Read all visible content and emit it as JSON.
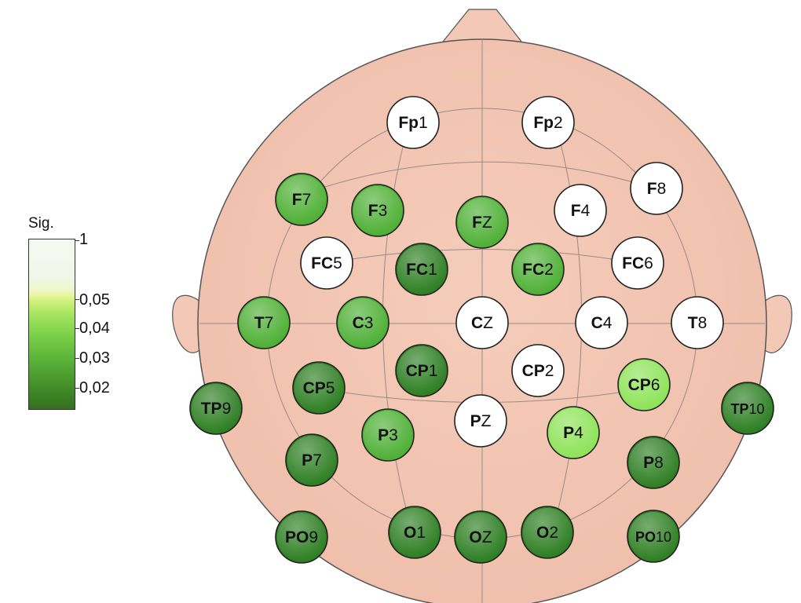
{
  "legend": {
    "title": "Sig.",
    "ticks": [
      {
        "label": "1",
        "value": 1.0
      },
      {
        "label": "0,05",
        "value": 0.05
      },
      {
        "label": "0,04",
        "value": 0.04
      },
      {
        "label": "0,03",
        "value": 0.03
      },
      {
        "label": "0,02",
        "value": 0.02
      }
    ]
  },
  "colors": {
    "head_fill": "#f3c8b6",
    "grid_line": "#9a8a86",
    "not_significant": "#ffffff",
    "sig_light": "#8fe35a",
    "sig_medium": "#4fb036",
    "sig_dark": "#2f7f24"
  },
  "electrodes": [
    {
      "id": "fp1",
      "prefix": "Fp",
      "suffix": "1",
      "level": "none"
    },
    {
      "id": "fp2",
      "prefix": "Fp",
      "suffix": "2",
      "level": "none"
    },
    {
      "id": "f7",
      "prefix": "F",
      "suffix": "7",
      "level": "medium"
    },
    {
      "id": "f3",
      "prefix": "F",
      "suffix": "3",
      "level": "medium"
    },
    {
      "id": "fz",
      "prefix": "F",
      "suffix": "Z",
      "level": "medium"
    },
    {
      "id": "f4",
      "prefix": "F",
      "suffix": "4",
      "level": "none"
    },
    {
      "id": "f8",
      "prefix": "F",
      "suffix": "8",
      "level": "none"
    },
    {
      "id": "fc5",
      "prefix": "FC",
      "suffix": "5",
      "level": "none"
    },
    {
      "id": "fc1",
      "prefix": "FC",
      "suffix": "1",
      "level": "dark"
    },
    {
      "id": "fc2",
      "prefix": "FC",
      "suffix": "2",
      "level": "medium"
    },
    {
      "id": "fc6",
      "prefix": "FC",
      "suffix": "6",
      "level": "none"
    },
    {
      "id": "t7",
      "prefix": "T",
      "suffix": "7",
      "level": "medium"
    },
    {
      "id": "c3",
      "prefix": "C",
      "suffix": "3",
      "level": "medium"
    },
    {
      "id": "cz",
      "prefix": "C",
      "suffix": "Z",
      "level": "none"
    },
    {
      "id": "c4",
      "prefix": "C",
      "suffix": "4",
      "level": "none"
    },
    {
      "id": "t8",
      "prefix": "T",
      "suffix": "8",
      "level": "none"
    },
    {
      "id": "cp5",
      "prefix": "CP",
      "suffix": "5",
      "level": "dark"
    },
    {
      "id": "cp1",
      "prefix": "CP",
      "suffix": "1",
      "level": "dark"
    },
    {
      "id": "cp2",
      "prefix": "CP",
      "suffix": "2",
      "level": "none"
    },
    {
      "id": "cp6",
      "prefix": "CP",
      "suffix": "6",
      "level": "light"
    },
    {
      "id": "tp9",
      "prefix": "TP",
      "suffix": "9",
      "level": "dark"
    },
    {
      "id": "tp10",
      "prefix": "TP",
      "suffix": "10",
      "level": "dark"
    },
    {
      "id": "p3",
      "prefix": "P",
      "suffix": "3",
      "level": "medium"
    },
    {
      "id": "pz",
      "prefix": "P",
      "suffix": "Z",
      "level": "none"
    },
    {
      "id": "p4",
      "prefix": "P",
      "suffix": "4",
      "level": "light"
    },
    {
      "id": "p7",
      "prefix": "P",
      "suffix": "7",
      "level": "dark"
    },
    {
      "id": "p8",
      "prefix": "P",
      "suffix": "8",
      "level": "dark"
    },
    {
      "id": "po9",
      "prefix": "PO",
      "suffix": "9",
      "level": "dark"
    },
    {
      "id": "o1",
      "prefix": "O",
      "suffix": "1",
      "level": "dark"
    },
    {
      "id": "oz",
      "prefix": "O",
      "suffix": "Z",
      "level": "dark"
    },
    {
      "id": "o2",
      "prefix": "O",
      "suffix": "2",
      "level": "dark"
    },
    {
      "id": "po10",
      "prefix": "PO",
      "suffix": "10",
      "level": "dark"
    }
  ]
}
